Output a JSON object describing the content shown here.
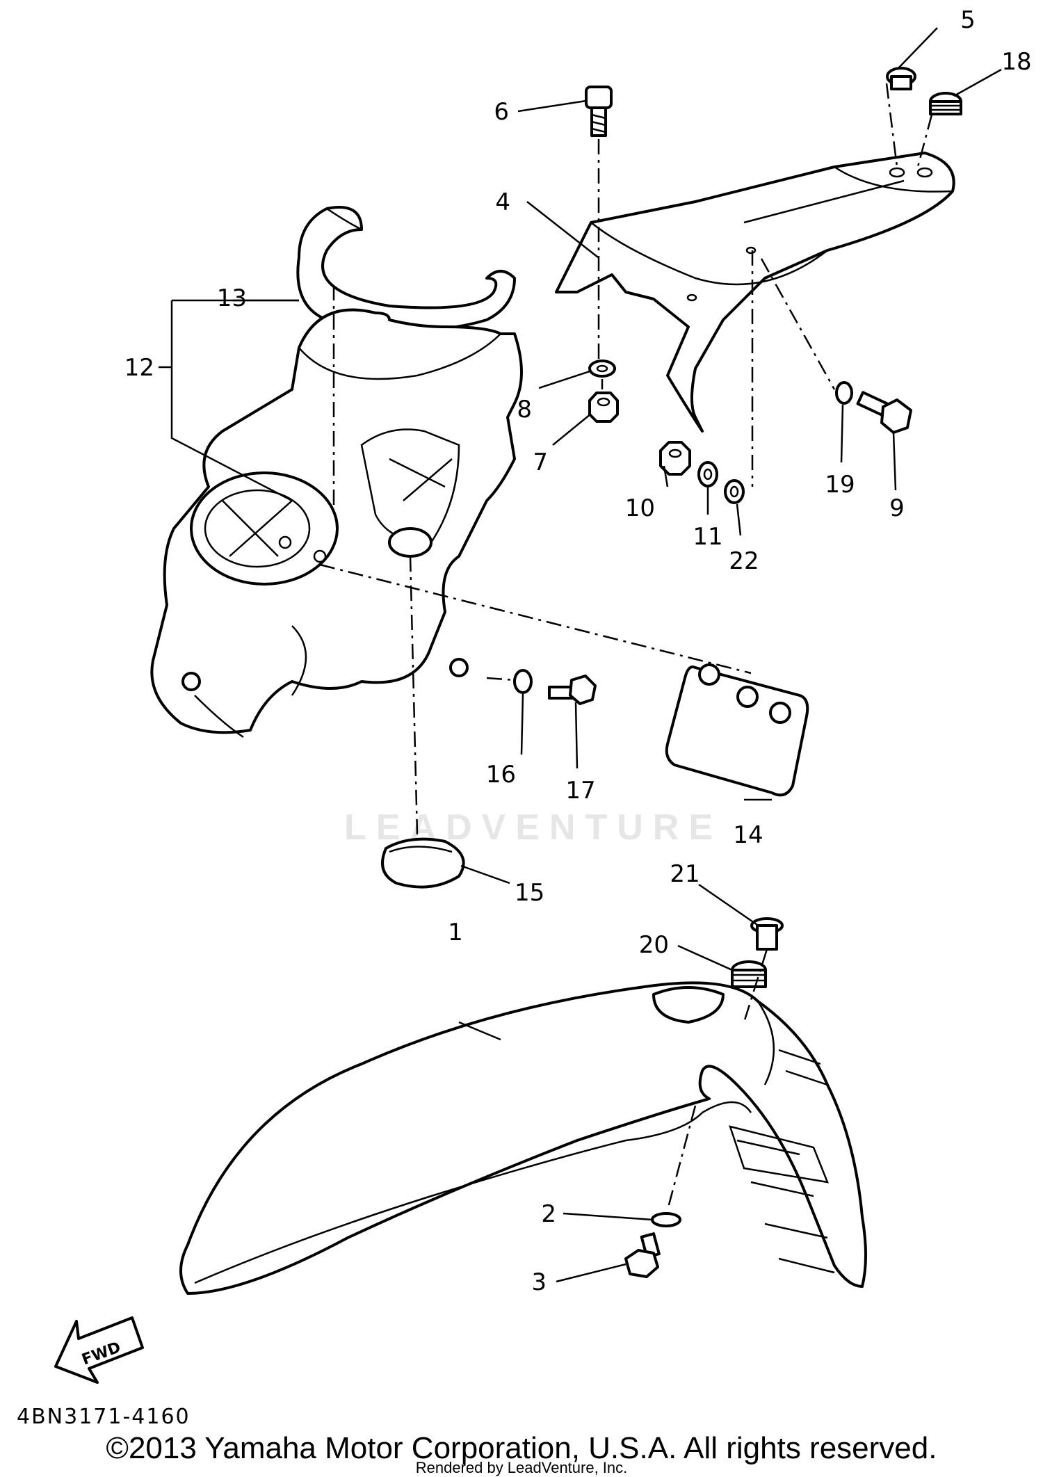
{
  "callouts": {
    "c1": "1",
    "c2": "2",
    "c3": "3",
    "c4": "4",
    "c5": "5",
    "c6": "6",
    "c7": "7",
    "c8": "8",
    "c9": "9",
    "c10": "10",
    "c11": "11",
    "c12": "12",
    "c13": "13",
    "c14": "14",
    "c15": "15",
    "c16": "16",
    "c17": "17",
    "c18": "18",
    "c19": "19",
    "c20": "20",
    "c21": "21",
    "c22": "22"
  },
  "fwd_label": "FWD",
  "diagram_code": "4BN3171-4160",
  "watermark": "LEADVENTURE",
  "copyright": "©2013 Yamaha Motor Corporation, U.S.A. All rights reserved.",
  "rendered_by": "Rendered by LeadVenture, Inc."
}
